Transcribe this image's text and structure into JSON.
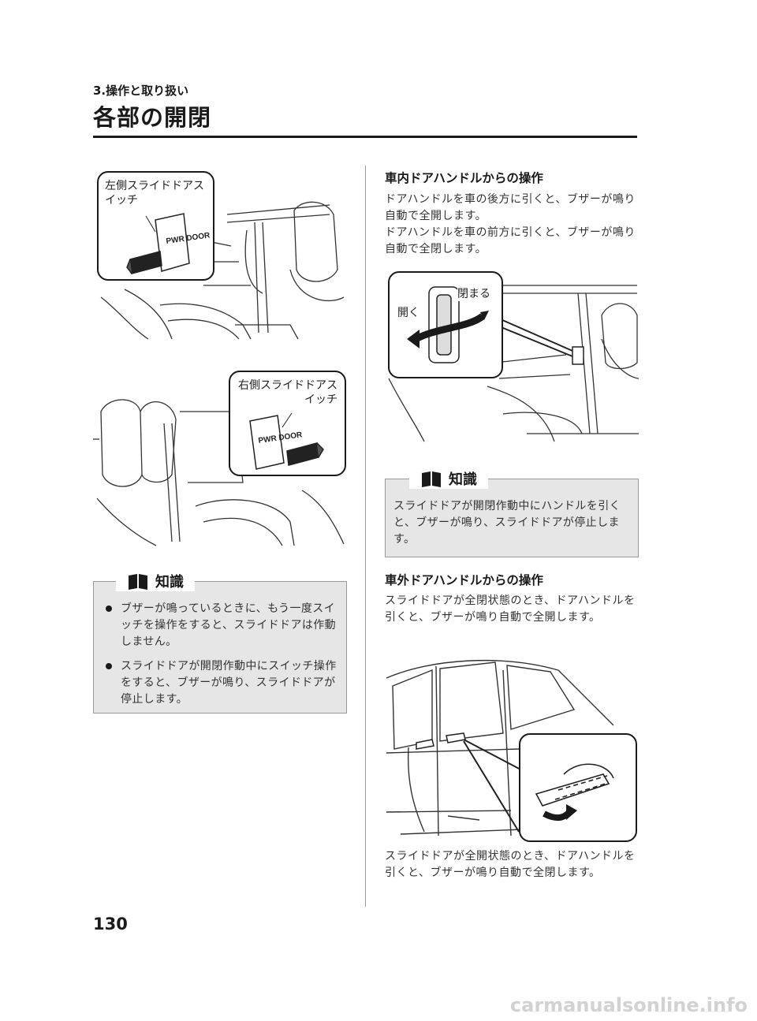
{
  "header": {
    "section_label": "3.操作と取り扱い",
    "page_title": "各部の開閉"
  },
  "left_column": {
    "illustration_top": {
      "icon": "left-sliding-door-switch-illustration",
      "callout_label": "左側スライドドアスイッチ",
      "switch_text": "PWR DOOR"
    },
    "illustration_bottom": {
      "icon": "right-sliding-door-switch-illustration",
      "callout_label": "右側スライドドアスイッチ",
      "switch_text": "PWR DOOR"
    },
    "info_box": {
      "icon": "book-icon",
      "title": "知識",
      "items": [
        "ブザーが鳴っているときに、もう一度スイッチを操作をすると、スライドドアは作動しません。",
        "スライドドアが開閉作動中にスイッチ操作をすると、ブザーが鳴り、スライドドアが停止します。"
      ]
    }
  },
  "right_column": {
    "inner_handle": {
      "heading": "車内ドアハンドルからの操作",
      "paragraph_1": "ドアハンドルを車の後方に引くと、ブザーが鳴り自動で全開します。",
      "paragraph_2": "ドアハンドルを車の前方に引くと、ブザーが鳴り自動で全閉します。",
      "illustration": {
        "icon": "inner-door-handle-illustration",
        "label_open": "開く",
        "label_close": "閉まる"
      }
    },
    "info_box": {
      "icon": "book-icon",
      "title": "知識",
      "text": "スライドドアが開閉作動中にハンドルを引くと、ブザーが鳴り、スライドドアが停止します。"
    },
    "outer_handle": {
      "heading": "車外ドアハンドルからの操作",
      "paragraph_1": "スライドドアが全閉状態のとき、ドアハンドルを引くと、ブザーが鳴り自動で全開します。",
      "illustration": {
        "icon": "outer-door-handle-illustration"
      },
      "paragraph_2": "スライドドアが全開状態のとき、ドアハンドルを引くと、ブザーが鳴り自動で全閉します。"
    }
  },
  "footer": {
    "page_number": "130",
    "watermark": "carmanualsonline.info"
  }
}
